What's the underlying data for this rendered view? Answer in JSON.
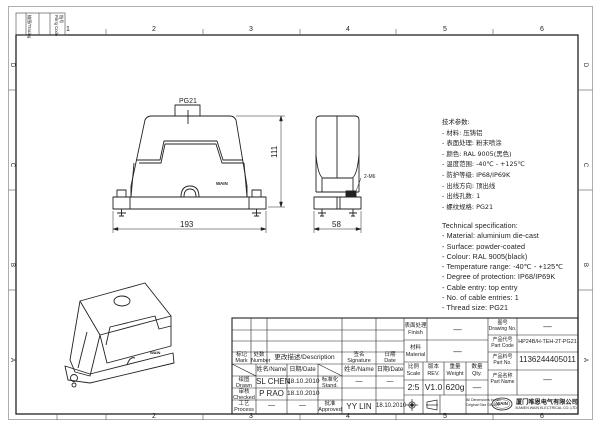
{
  "sheet": {
    "border_columns": [
      "1",
      "2",
      "3",
      "4",
      "5",
      "6"
    ],
    "border_rows": [
      "D",
      "C",
      "B",
      "A"
    ],
    "corner_labels": [
      {
        "cn": "描图",
        "en": "Tracing"
      },
      {
        "cn": "档号",
        "en": "Filing Code"
      }
    ]
  },
  "drawing": {
    "front_view": {
      "thread_label": "PG21",
      "width_dim": "193",
      "height_dim": "111",
      "brand_mark": "WAIN"
    },
    "side_view": {
      "width_dim": "58",
      "screw_note": "2-M6"
    },
    "iso_view": {
      "brand_mark": "WAIN"
    }
  },
  "specs_cn": {
    "title": "技术参数:",
    "items": [
      "- 材料: 压铸铝",
      "- 表面处理: 粉末喷涂",
      "- 颜色: RAL 9005(黑色)",
      "- 温度范围: -40℃ - +125℃",
      "- 防护等级: IP68/IP69K",
      "- 出线方向: 顶出线",
      "- 出线孔数: 1",
      "- 螺纹规格: PG21"
    ]
  },
  "specs_en": {
    "title": "Technical specification:",
    "items": [
      "- Material: aluminium die-cast",
      "- Surface: powder-coated",
      "- Colour: RAL 9005(black)",
      "- Temperature range: -40℃ - +125℃",
      "- Degree of protection: IP68/IP69K",
      "- Cable entry: top entry",
      "- No. of cable entries: 1",
      "- Thread size: PG21"
    ]
  },
  "title_block": {
    "revision_header": {
      "mark_cn": "标记",
      "mark_en": "Mark",
      "number_cn": "处数",
      "number_en": "Number",
      "description": "更改描述/Description",
      "signature_cn": "签名",
      "signature_en": "Signature",
      "date_cn": "日期",
      "date_en": "Date"
    },
    "name_header": "姓名/Name",
    "date_header": "日期/Date",
    "rows": [
      {
        "role_cn": "绘图",
        "role_en": "Drawn",
        "name": "SL  CHEN",
        "date": "18.10.2010"
      },
      {
        "role_cn": "审核",
        "role_en": "Checked",
        "name": "P  RAO",
        "date": "18.10.2010"
      },
      {
        "role_cn": "工艺",
        "role_en": "Process",
        "name": "—",
        "date": "—"
      }
    ],
    "standard": {
      "cn": "标准化",
      "en": "Stand.",
      "name": "—",
      "date": "—"
    },
    "approved": {
      "cn": "批准",
      "en": "Approved",
      "name": "YY  LIN",
      "date": "18.10.2010"
    },
    "finish": {
      "cn": "表面处理",
      "en": "Finish",
      "value": "—"
    },
    "material": {
      "cn": "材料",
      "en": "Material",
      "value": "—"
    },
    "scale": {
      "cn": "比例",
      "en": "Scale",
      "value": "2:5"
    },
    "revision": {
      "cn": "版本",
      "en": "REV.",
      "value": "V1.0"
    },
    "weight": {
      "cn": "重量",
      "en": "Weight",
      "value": "620g"
    },
    "quantity": {
      "cn": "数量",
      "en": "Qty.",
      "value": "—"
    },
    "dimension_note": {
      "line1": "All Dimensions in mm",
      "line2": "Original Size  DIN A 4"
    },
    "drawing_no": {
      "cn": "图号",
      "en": "Drawing No.",
      "value": "—"
    },
    "part_code": {
      "cn": "产品代号",
      "en": "Part Code",
      "value": "HP24B/H-TEH-2T-PG21"
    },
    "part_no": {
      "cn": "产品料号",
      "en": "Part No.",
      "value": "1136244405011"
    },
    "part_name": {
      "cn": "产品名称",
      "en": "Part Name",
      "value": "—"
    },
    "company": {
      "logo": "WAIN",
      "cn": "厦门唯恩电气有限公司",
      "en": "XIAMEN WAIN ELECTRICAL CO.,LTD"
    }
  },
  "colors": {
    "line": "#222222",
    "frame": "#333333",
    "outer": "#999999",
    "background": "#ffffff"
  }
}
